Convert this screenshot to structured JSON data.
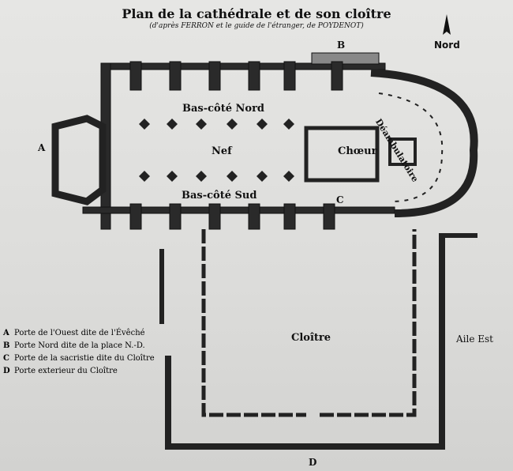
{
  "title": "Plan de la cathédrale et de son cloître",
  "subtitle": "(d'après FERRON et le guide de l'étranger, de POYDENOT)",
  "north": {
    "label": "Nord",
    "icon": "north-arrow-icon"
  },
  "labels": {
    "bas_cote_nord": "Bas-côté Nord",
    "nef": "Nef",
    "choeur": "Chœur",
    "deambulatoire": "Déambulatoire",
    "bas_cote_sud": "Bas-côté Sud",
    "cloitre": "Cloître",
    "aile_est": "Aile Est"
  },
  "markers": {
    "a": "A",
    "b": "B",
    "c": "C",
    "d": "D"
  },
  "legend": [
    {
      "key": "A",
      "text": "Porte de l'Ouest dite de l'Évêché"
    },
    {
      "key": "B",
      "text": "Porte Nord dite de la place N.-D."
    },
    {
      "key": "C",
      "text": "Porte de la sacristie dite du Cloître"
    },
    {
      "key": "D",
      "text": "Porte exterieur du Cloître"
    }
  ]
}
